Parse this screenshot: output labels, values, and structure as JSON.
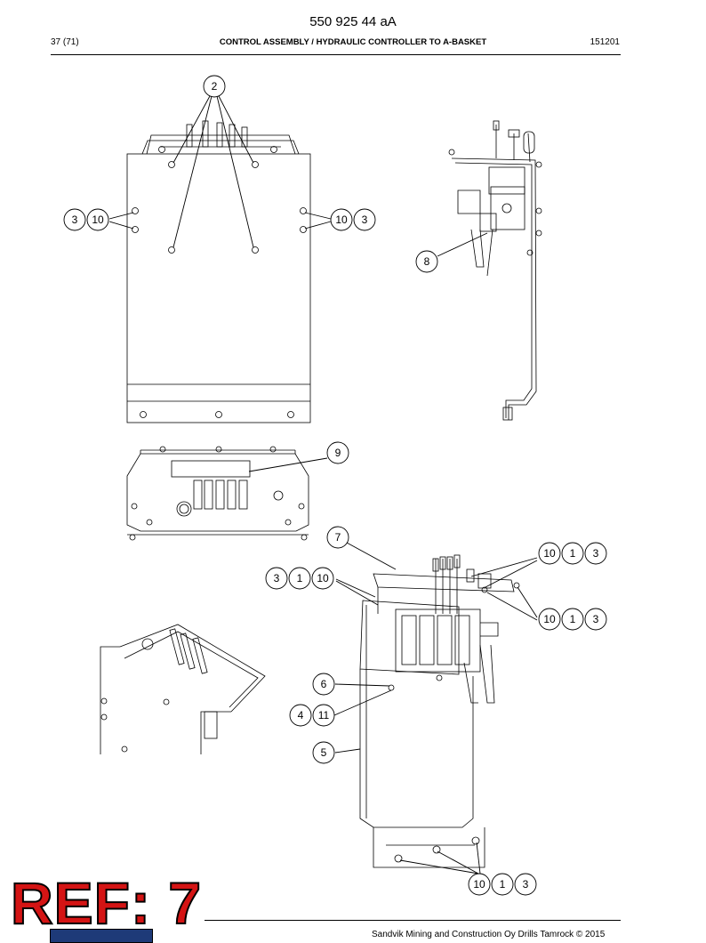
{
  "header": {
    "doc_number": "550 925 44 aA",
    "page_count": "37 (71)",
    "title": "CONTROL ASSEMBLY / HYDRAULIC CONTROLLER TO A-BASKET",
    "doc_code": "151201"
  },
  "footer": {
    "copyright": "Sandvik Mining and Construction Oy Drills Tamrock © 2015",
    "ref_stamp": "REF: 7"
  },
  "callouts": {
    "c2": "2",
    "c3a": "3",
    "c10a": "10",
    "c10b": "10",
    "c3b": "3",
    "c8": "8",
    "c9": "9",
    "c7": "7",
    "c10c": "10",
    "c1c": "1",
    "c3c": "3",
    "c3d": "3",
    "c1d": "1",
    "c10d": "10",
    "c10e": "10",
    "c1e": "1",
    "c3e": "3",
    "c6": "6",
    "c4": "4",
    "c11": "11",
    "c5": "5",
    "c10f": "10",
    "c1f": "1",
    "c3f": "3"
  }
}
